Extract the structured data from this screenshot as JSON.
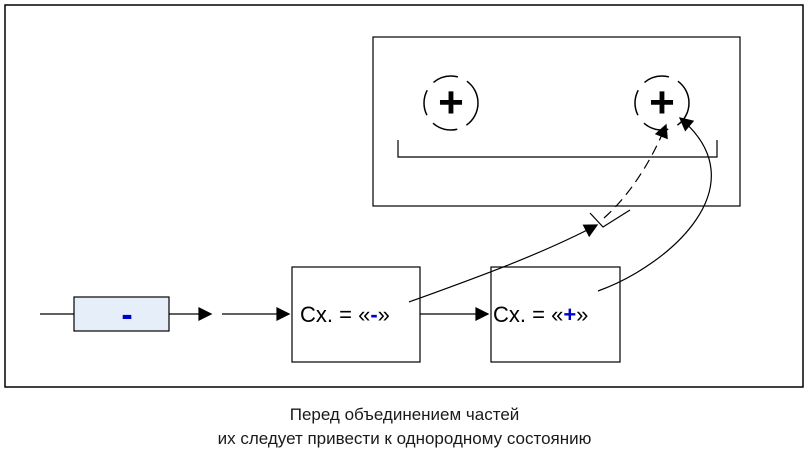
{
  "diagram": {
    "minus_block": {
      "sign": "-"
    },
    "circles": [
      {
        "sign": "+"
      },
      {
        "sign": "+"
      }
    ],
    "box_left": {
      "prefix": "Сх. = «",
      "sign": "-",
      "suffix": "»"
    },
    "box_right": {
      "prefix": "Сх. = «",
      "sign": "+",
      "suffix": "»"
    }
  },
  "caption": {
    "line1": "Перед объединением частей",
    "line2": "их следует привести к однородному состоянию"
  },
  "colors": {
    "stroke": "#000000",
    "minus_block_fill": "#e6eef9",
    "sign_blue": "#0000cc"
  }
}
